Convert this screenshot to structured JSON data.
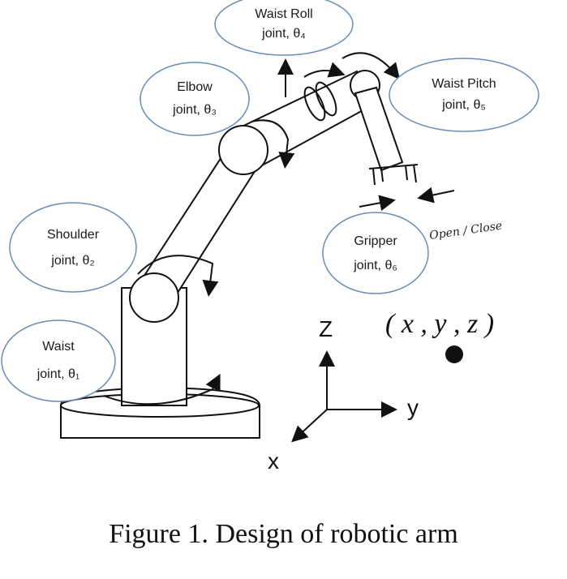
{
  "labels": {
    "waist_roll": [
      "Waist Roll",
      "joint, θ₄"
    ],
    "elbow": [
      "Elbow",
      "joint, θ₃"
    ],
    "waist_pitch": [
      "Waist Pitch",
      "joint, θ₅"
    ],
    "shoulder": [
      "Shoulder",
      "joint, θ₂"
    ],
    "gripper": [
      "Gripper",
      "joint, θ₆"
    ],
    "waist": [
      "Waist",
      "joint, θ₁"
    ]
  },
  "annotation": "Open / Close",
  "axes": {
    "z": "Z",
    "y": "y",
    "x": "x"
  },
  "coordinate": "( x , y , z )",
  "caption": "Figure 1. Design of robotic arm"
}
